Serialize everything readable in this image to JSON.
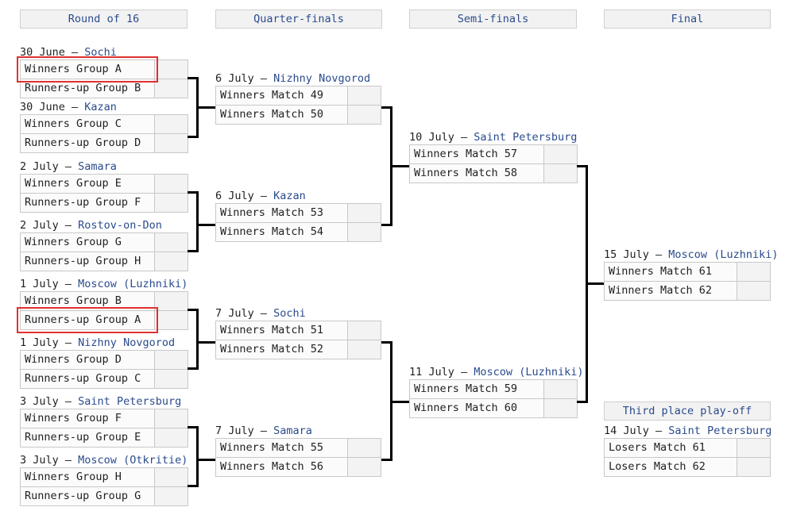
{
  "page": {
    "title": "2018 FIFA World Cup knockout stage bracket",
    "accent_link_color": "#2a4b8d",
    "highlight_color": "#e03131",
    "header_bg": "#f2f2f2",
    "cell_bg": "#fbfbfb",
    "score_bg": "#f3f3f3",
    "border_color": "#c8c8c8",
    "connector_color": "#000000"
  },
  "round_headers": [
    {
      "id": "round-of-16",
      "label": "Round of 16"
    },
    {
      "id": "quarter-finals",
      "label": "Quarter-finals"
    },
    {
      "id": "semi-finals",
      "label": "Semi-finals"
    },
    {
      "id": "final",
      "label": "Final"
    },
    {
      "id": "third-place-playoff",
      "label": "Third place play-off"
    }
  ],
  "rounds": [
    {
      "id": "round-of-16",
      "name": "Round of 16",
      "matches": [
        {
          "id": "r16-m1",
          "date": "30 June",
          "venue": "Sochi",
          "teams": [
            {
              "name": "Winners Group A",
              "score": ""
            },
            {
              "name": "Runners-up Group B",
              "score": ""
            }
          ]
        },
        {
          "id": "r16-m2",
          "date": "30 June",
          "venue": "Kazan",
          "teams": [
            {
              "name": "Winners Group C",
              "score": ""
            },
            {
              "name": "Runners-up Group D",
              "score": ""
            }
          ]
        },
        {
          "id": "r16-m3",
          "date": "2 July",
          "venue": "Samara",
          "teams": [
            {
              "name": "Winners Group E",
              "score": ""
            },
            {
              "name": "Runners-up Group F",
              "score": ""
            }
          ]
        },
        {
          "id": "r16-m4",
          "date": "2 July",
          "venue": "Rostov-on-Don",
          "teams": [
            {
              "name": "Winners Group G",
              "score": ""
            },
            {
              "name": "Runners-up Group H",
              "score": ""
            }
          ]
        },
        {
          "id": "r16-m5",
          "date": "1 July",
          "venue": "Moscow (Luzhniki)",
          "teams": [
            {
              "name": "Winners Group B",
              "score": ""
            },
            {
              "name": "Runners-up Group A",
              "score": ""
            }
          ]
        },
        {
          "id": "r16-m6",
          "date": "1 July",
          "venue": "Nizhny Novgorod",
          "teams": [
            {
              "name": "Winners Group D",
              "score": ""
            },
            {
              "name": "Runners-up Group C",
              "score": ""
            }
          ]
        },
        {
          "id": "r16-m7",
          "date": "3 July",
          "venue": "Saint Petersburg",
          "teams": [
            {
              "name": "Winners Group F",
              "score": ""
            },
            {
              "name": "Runners-up Group E",
              "score": ""
            }
          ]
        },
        {
          "id": "r16-m8",
          "date": "3 July",
          "venue": "Moscow (Otkritie)",
          "teams": [
            {
              "name": "Winners Group H",
              "score": ""
            },
            {
              "name": "Runners-up Group G",
              "score": ""
            }
          ]
        }
      ]
    },
    {
      "id": "quarter-finals",
      "name": "Quarter-finals",
      "matches": [
        {
          "id": "qf-m1",
          "date": "6 July",
          "venue": "Nizhny Novgorod",
          "teams": [
            {
              "name": "Winners Match 49",
              "score": ""
            },
            {
              "name": "Winners Match 50",
              "score": ""
            }
          ]
        },
        {
          "id": "qf-m2",
          "date": "6 July",
          "venue": "Kazan",
          "teams": [
            {
              "name": "Winners Match 53",
              "score": ""
            },
            {
              "name": "Winners Match 54",
              "score": ""
            }
          ]
        },
        {
          "id": "qf-m3",
          "date": "7 July",
          "venue": "Sochi",
          "teams": [
            {
              "name": "Winners Match 51",
              "score": ""
            },
            {
              "name": "Winners Match 52",
              "score": ""
            }
          ]
        },
        {
          "id": "qf-m4",
          "date": "7 July",
          "venue": "Samara",
          "teams": [
            {
              "name": "Winners Match 55",
              "score": ""
            },
            {
              "name": "Winners Match 56",
              "score": ""
            }
          ]
        }
      ]
    },
    {
      "id": "semi-finals",
      "name": "Semi-finals",
      "matches": [
        {
          "id": "sf-m1",
          "date": "10 July",
          "venue": "Saint Petersburg",
          "teams": [
            {
              "name": "Winners Match 57",
              "score": ""
            },
            {
              "name": "Winners Match 58",
              "score": ""
            }
          ]
        },
        {
          "id": "sf-m2",
          "date": "11 July",
          "venue": "Moscow (Luzhniki)",
          "teams": [
            {
              "name": "Winners Match 59",
              "score": ""
            },
            {
              "name": "Winners Match 60",
              "score": ""
            }
          ]
        }
      ]
    },
    {
      "id": "final",
      "name": "Final",
      "matches": [
        {
          "id": "final-m1",
          "date": "15 July",
          "venue": "Moscow (Luzhniki)",
          "teams": [
            {
              "name": "Winners Match 61",
              "score": ""
            },
            {
              "name": "Winners Match 62",
              "score": ""
            }
          ]
        }
      ]
    },
    {
      "id": "third-place-playoff",
      "name": "Third place play-off",
      "matches": [
        {
          "id": "tpp-m1",
          "date": "14 July",
          "venue": "Saint Petersburg",
          "teams": [
            {
              "name": "Losers Match 61",
              "score": ""
            },
            {
              "name": "Losers Match 62",
              "score": ""
            }
          ]
        }
      ]
    }
  ],
  "highlights": [
    {
      "id": "highlight-winners-group-a",
      "target": "Winners Group A"
    },
    {
      "id": "highlight-runners-up-group-a",
      "target": "Runners-up Group A"
    }
  ],
  "separators": {
    "dash": "–"
  }
}
